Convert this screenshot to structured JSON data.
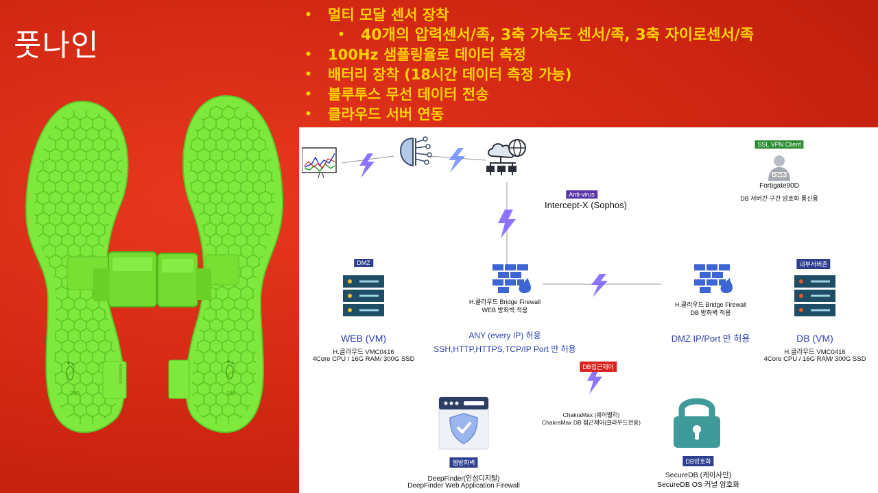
{
  "title": "풋나인",
  "bullets": [
    {
      "level": 1,
      "text": "멀티 모달 센서 장착"
    },
    {
      "level": 2,
      "text": "40개의 압력센서/족, 3축 가속도 센서/족, 3축 자이로센서/족"
    },
    {
      "level": 1,
      "text": "100Hz 샘플링율로 데이터 측정"
    },
    {
      "level": 1,
      "text": "배터리 장착 (18시간 데이터 측정 가능)"
    },
    {
      "level": 1,
      "text": "블루투스 무선 데이터 전송"
    },
    {
      "level": 1,
      "text": "클라우드 서버 연동"
    }
  ],
  "insole": {
    "size_left": "280",
    "size_right": "280",
    "module_text": "FootNine"
  },
  "diagram": {
    "antivirus": {
      "tag": "Anti-virus",
      "label": "Intercept-X (Sophos)"
    },
    "vpn": {
      "tag": "SSL VPN Client",
      "avatar": "ADMIN",
      "device": "Fortigate90D",
      "desc": "DB 서버간 구간 암호화 통신용"
    },
    "dmz": {
      "tag": "DMZ",
      "name": "WEB (VM)",
      "line1": "H.클라우드 VMC0416",
      "line2": "4Core CPU / 16G RAM/ 300G SSD"
    },
    "internal": {
      "tag": "내부서버존",
      "name": "DB (VM)",
      "line1": "H.클라우드 VMC0416",
      "line2": "4Core CPU / 16G RAM/ 300G SSD"
    },
    "fw_web": {
      "line1": "H.클라우드 Bridge Firewall",
      "line2": "WEB 방화벽 적용",
      "rule1": "ANY (every IP) 허용",
      "rule2": "SSH,HTTP,HTTPS,TCP/IP Port 만 허용"
    },
    "fw_db": {
      "line1": "H.클라우드 Bridge Firewall",
      "line2": "DB 방화벽 적용",
      "rule1": "DMZ IP/Port 만 허용"
    },
    "dbacl": {
      "tag": "DB접근제어",
      "line1": "ChakraMax (웨어밸리)",
      "line2": "ChakraMax DB 접근제어(클라우드전용)"
    },
    "waf": {
      "tag": "웹방화벽",
      "line1": "DeepFinder(인섬디지털)",
      "line2": "DeepFinder Web Application Firewall"
    },
    "dbenc": {
      "tag": "DB암호화",
      "line1": "SecureDB (케이사인)",
      "line2": "SecureDB OS 커널 암호화"
    }
  },
  "colors": {
    "bullet": "#ffd200",
    "insole": "#7ee83c",
    "blue_text": "#2a3fb0",
    "tag_navy": "#2f3f8f",
    "tag_purple": "#5b35a8",
    "tag_red": "#d8241c",
    "tag_green": "#2e8b34",
    "bolt": "#7a5cff"
  }
}
